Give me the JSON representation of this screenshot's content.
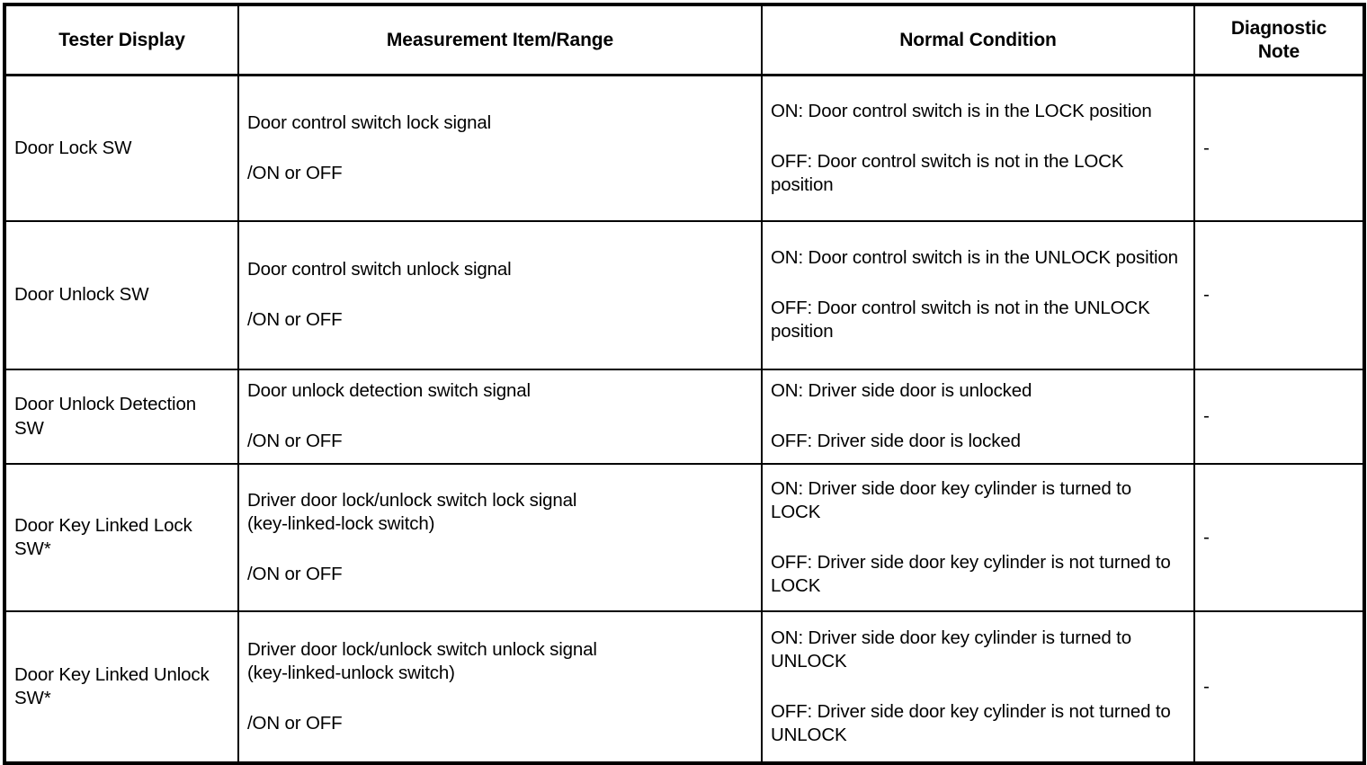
{
  "table": {
    "headers": [
      {
        "key": "tester_display",
        "label": "Tester Display"
      },
      {
        "key": "measurement_item_range",
        "label": "Measurement Item/Range"
      },
      {
        "key": "normal_condition",
        "label": "Normal Condition"
      },
      {
        "key": "diagnostic_note",
        "label": "Diagnostic\nNote"
      }
    ],
    "rows": [
      {
        "tester_display": "Door Lock SW",
        "measurement_signal": "Door control switch lock signal",
        "measurement_sub": "",
        "measurement_range": "/ON or OFF",
        "normal_on": "ON: Door control switch is in the LOCK position",
        "normal_off": "OFF: Door control switch is not in the LOCK position",
        "diagnostic_note": "-"
      },
      {
        "tester_display": "Door Unlock SW",
        "measurement_signal": "Door control switch unlock signal",
        "measurement_sub": "",
        "measurement_range": "/ON or OFF",
        "normal_on": "ON: Door control switch is in the UNLOCK position",
        "normal_off": "OFF: Door control switch is not in the UNLOCK position",
        "diagnostic_note": "-"
      },
      {
        "tester_display": "Door Unlock Detection SW",
        "measurement_signal": "Door unlock detection switch signal",
        "measurement_sub": "",
        "measurement_range": "/ON or OFF",
        "normal_on": "ON: Driver side door is unlocked",
        "normal_off": "OFF: Driver side door is locked",
        "diagnostic_note": "-"
      },
      {
        "tester_display": "Door Key Linked Lock SW*",
        "measurement_signal": "Driver door lock/unlock switch lock signal",
        "measurement_sub": "(key-linked-lock switch)",
        "measurement_range": "/ON or OFF",
        "normal_on": "ON: Driver side door key cylinder is turned to LOCK",
        "normal_off": "OFF: Driver side door key cylinder is not turned to LOCK",
        "diagnostic_note": "-"
      },
      {
        "tester_display": "Door Key Linked Unlock SW*",
        "measurement_signal": "Driver door lock/unlock switch unlock signal",
        "measurement_sub": "(key-linked-unlock switch)",
        "measurement_range": "/ON or OFF",
        "normal_on": "ON: Driver side door key cylinder is turned to UNLOCK",
        "normal_off": "OFF: Driver side door key cylinder is not turned to UNLOCK",
        "diagnostic_note": "-"
      }
    ]
  },
  "colors": {
    "border": "#000000",
    "text": "#000000",
    "background": "#ffffff"
  }
}
